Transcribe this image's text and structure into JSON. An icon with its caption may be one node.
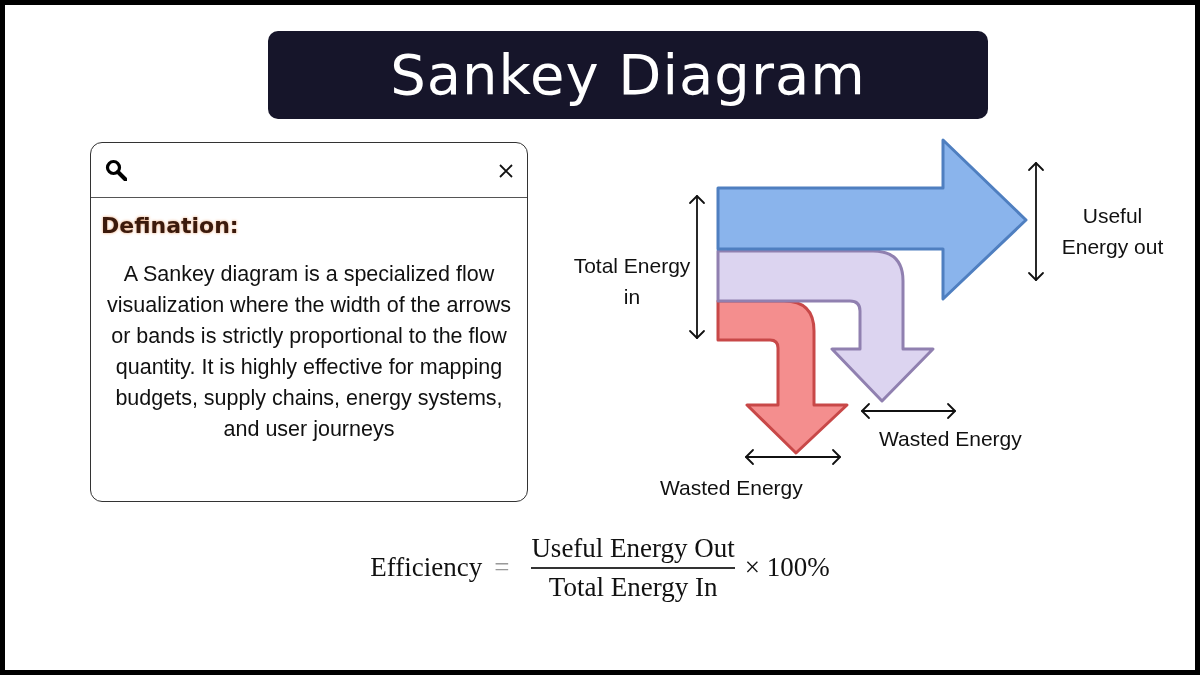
{
  "diagram": {
    "title": "Sankey Diagram",
    "nodes": [
      {
        "text": [
          "Defination:",
          "A Sankey diagram is a specialized flow visualization where the width of the arrows or bands is strictly proportional to the flow quantity. It is highly effective for mapping budgets, supply chains, energy systems, and user journeys"
        ]
      }
    ],
    "labels": [
      "Useful Energy out",
      "Total Energy in",
      "Wasted Energy",
      "Wasted Energy",
      "Efficiency",
      "=",
      "Useful Energy Out",
      "Total Energy In",
      "× 100%"
    ]
  }
}
